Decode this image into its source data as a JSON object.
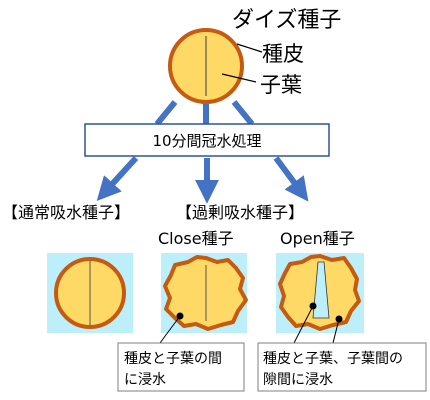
{
  "title": "ダイズ種子",
  "label_coat": "種皮",
  "label_cotyledon": "子葉",
  "process_box": "10分間冠水処理",
  "group_normal": "【通常吸水種子】",
  "group_excess": "【過剰吸水種子】",
  "label_close": "Close種子",
  "label_open": "Open種子",
  "callout_close": [
    "種皮と子葉の間",
    "に浸水"
  ],
  "callout_open": [
    "種皮と子葉、子葉間の",
    "隙間に浸水"
  ],
  "colors": {
    "seed_fill": "#ffd966",
    "seed_coat": "#c55a11",
    "water_bg": "#bdeffb",
    "arrow": "#4472c4",
    "box_border": "#2f5597"
  }
}
